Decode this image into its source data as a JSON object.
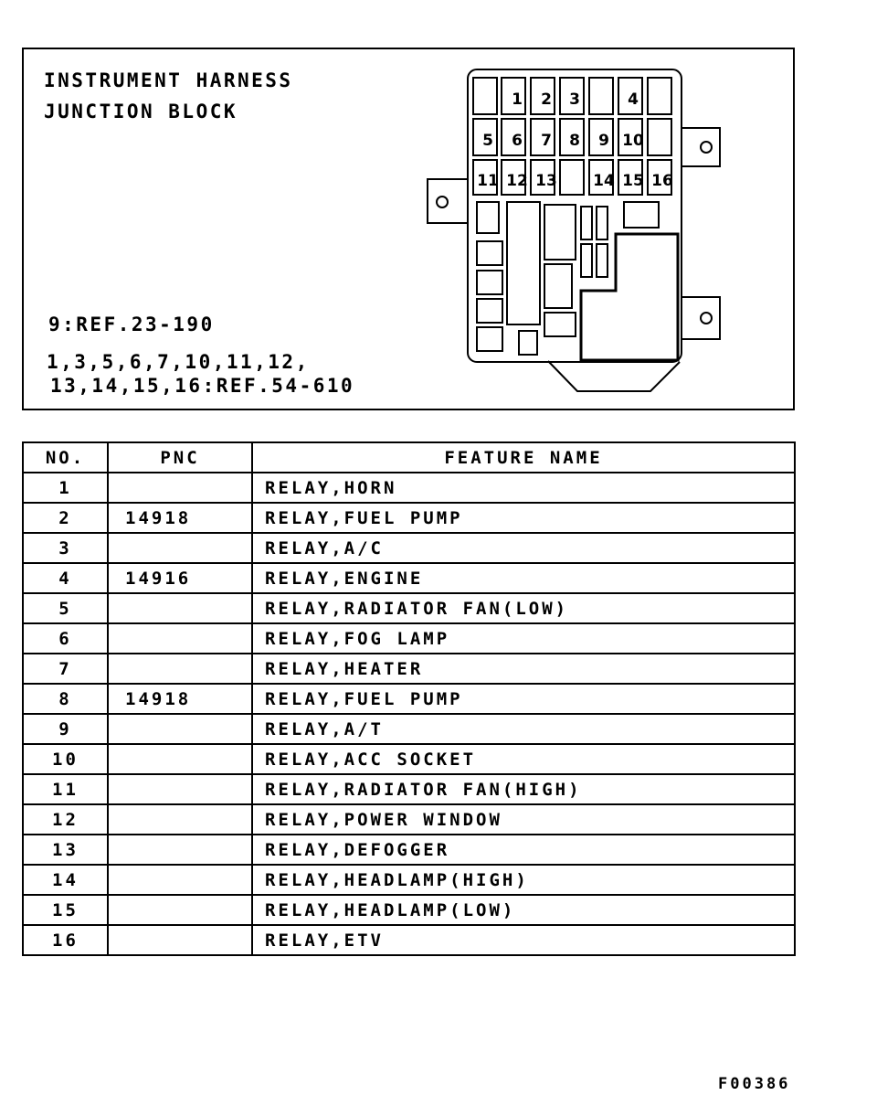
{
  "diagram": {
    "title_line1": "INSTRUMENT HARNESS",
    "title_line2": "JUNCTION BLOCK",
    "ref_line1": "9:REF.23-190",
    "ref_line2": "1,3,5,6,7,10,11,12,",
    "ref_line3": "13,14,15,16:REF.54-610",
    "slot_labels": [
      "1",
      "2",
      "3",
      "4",
      "5",
      "6",
      "7",
      "8",
      "9",
      "10",
      "11",
      "12",
      "13",
      "14",
      "15",
      "16"
    ]
  },
  "table": {
    "headers": {
      "no": "NO.",
      "pnc": "PNC",
      "feature": "FEATURE NAME"
    },
    "rows": [
      {
        "no": "1",
        "pnc": "",
        "feature": "RELAY,HORN"
      },
      {
        "no": "2",
        "pnc": "14918",
        "feature": "RELAY,FUEL PUMP"
      },
      {
        "no": "3",
        "pnc": "",
        "feature": "RELAY,A/C"
      },
      {
        "no": "4",
        "pnc": "14916",
        "feature": "RELAY,ENGINE"
      },
      {
        "no": "5",
        "pnc": "",
        "feature": "RELAY,RADIATOR FAN(LOW)"
      },
      {
        "no": "6",
        "pnc": "",
        "feature": "RELAY,FOG LAMP"
      },
      {
        "no": "7",
        "pnc": "",
        "feature": "RELAY,HEATER"
      },
      {
        "no": "8",
        "pnc": "14918",
        "feature": "RELAY,FUEL PUMP"
      },
      {
        "no": "9",
        "pnc": "",
        "feature": "RELAY,A/T"
      },
      {
        "no": "10",
        "pnc": "",
        "feature": "RELAY,ACC SOCKET"
      },
      {
        "no": "11",
        "pnc": "",
        "feature": "RELAY,RADIATOR FAN(HIGH)"
      },
      {
        "no": "12",
        "pnc": "",
        "feature": "RELAY,POWER WINDOW"
      },
      {
        "no": "13",
        "pnc": "",
        "feature": "RELAY,DEFOGGER"
      },
      {
        "no": "14",
        "pnc": "",
        "feature": "RELAY,HEADLAMP(HIGH)"
      },
      {
        "no": "15",
        "pnc": "",
        "feature": "RELAY,HEADLAMP(LOW)"
      },
      {
        "no": "16",
        "pnc": "",
        "feature": "RELAY,ETV"
      }
    ]
  },
  "footer": {
    "code": "F00386"
  }
}
